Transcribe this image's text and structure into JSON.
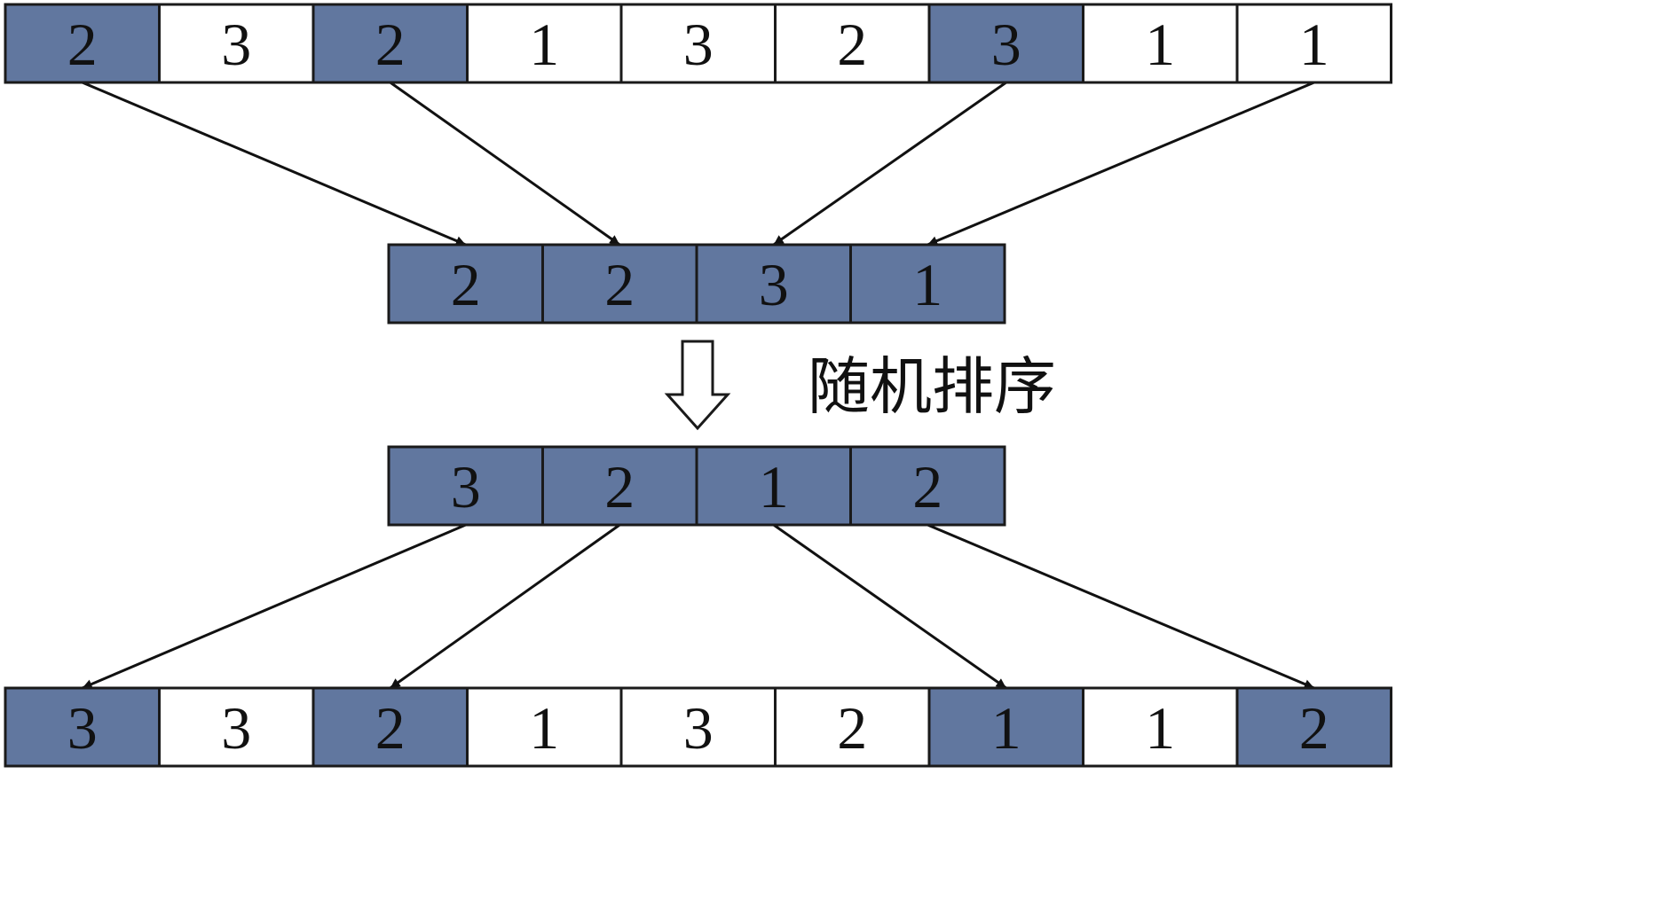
{
  "colors": {
    "highlight": "#61779f",
    "plain": "#ffffff",
    "stroke": "#1a1a1a"
  },
  "rows": [
    {
      "id": "original",
      "cells": [
        {
          "value": "2",
          "highlighted": true
        },
        {
          "value": "3",
          "highlighted": false
        },
        {
          "value": "2",
          "highlighted": true
        },
        {
          "value": "1",
          "highlighted": false
        },
        {
          "value": "3",
          "highlighted": false
        },
        {
          "value": "2",
          "highlighted": false
        },
        {
          "value": "3",
          "highlighted": true
        },
        {
          "value": "1",
          "highlighted": false
        },
        {
          "value": "1",
          "highlighted": false
        }
      ]
    },
    {
      "id": "selected",
      "cells": [
        {
          "value": "2",
          "highlighted": true
        },
        {
          "value": "2",
          "highlighted": true
        },
        {
          "value": "3",
          "highlighted": true
        },
        {
          "value": "1",
          "highlighted": true
        }
      ]
    },
    {
      "id": "shuffled",
      "cells": [
        {
          "value": "3",
          "highlighted": true
        },
        {
          "value": "2",
          "highlighted": true
        },
        {
          "value": "1",
          "highlighted": true
        },
        {
          "value": "2",
          "highlighted": true
        }
      ]
    },
    {
      "id": "result",
      "cells": [
        {
          "value": "3",
          "highlighted": true
        },
        {
          "value": "3",
          "highlighted": false
        },
        {
          "value": "2",
          "highlighted": true
        },
        {
          "value": "1",
          "highlighted": false
        },
        {
          "value": "3",
          "highlighted": false
        },
        {
          "value": "2",
          "highlighted": false
        },
        {
          "value": "1",
          "highlighted": true
        },
        {
          "value": "1",
          "highlighted": false
        },
        {
          "value": "2",
          "highlighted": true
        }
      ]
    }
  ],
  "connections": [
    {
      "from_row": "original",
      "from_cell": 0,
      "to_row": "selected",
      "to_cell": 0
    },
    {
      "from_row": "original",
      "from_cell": 2,
      "to_row": "selected",
      "to_cell": 1
    },
    {
      "from_row": "original",
      "from_cell": 6,
      "to_row": "selected",
      "to_cell": 2
    },
    {
      "from_row": "original",
      "from_cell": 8,
      "to_row": "selected",
      "to_cell": 3
    },
    {
      "from_row": "shuffled",
      "from_cell": 0,
      "to_row": "result",
      "to_cell": 0
    },
    {
      "from_row": "shuffled",
      "from_cell": 1,
      "to_row": "result",
      "to_cell": 2
    },
    {
      "from_row": "shuffled",
      "from_cell": 2,
      "to_row": "result",
      "to_cell": 6
    },
    {
      "from_row": "shuffled",
      "from_cell": 3,
      "to_row": "result",
      "to_cell": 8
    }
  ],
  "shuffle_label": "随机排序"
}
